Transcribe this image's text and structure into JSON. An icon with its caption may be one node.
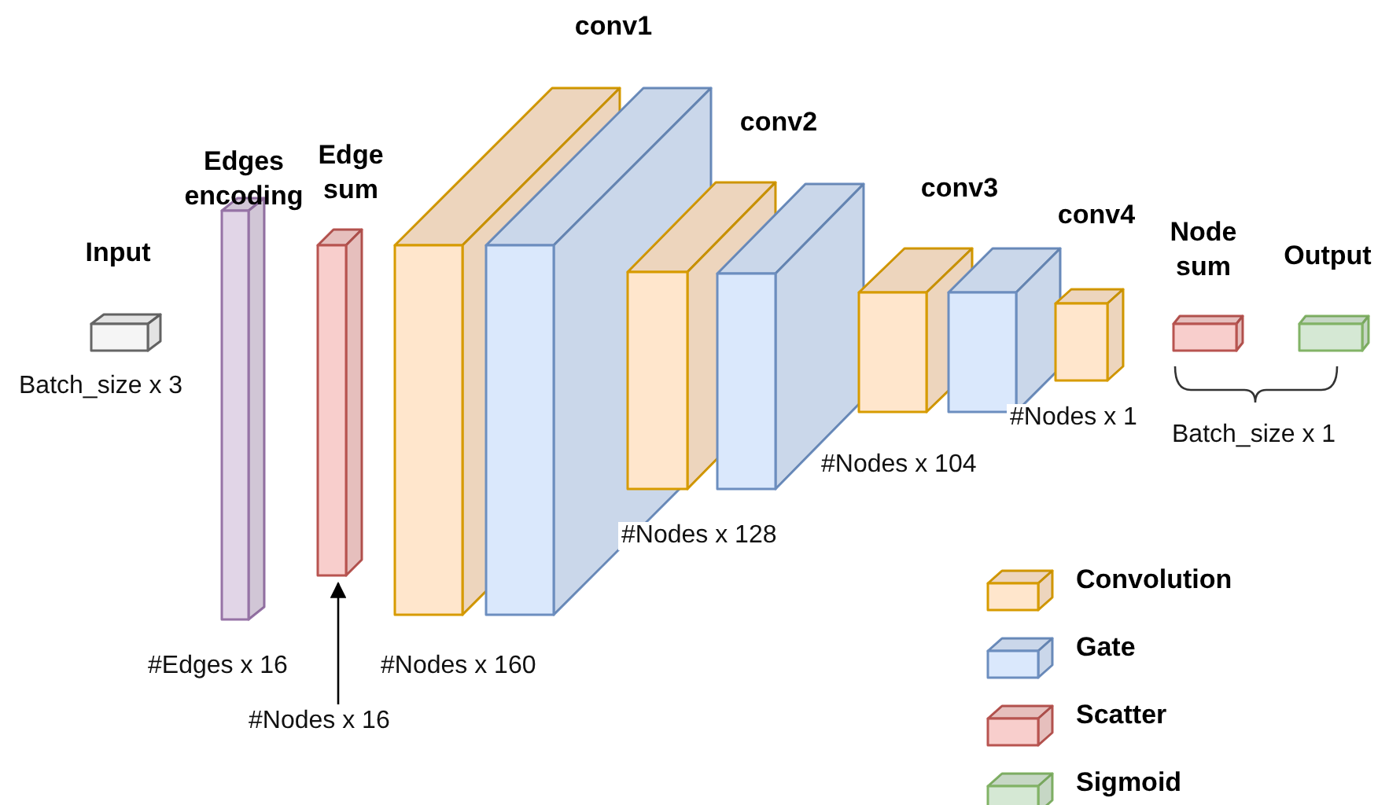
{
  "diagram": {
    "nodes": [
      {
        "text": [
          "Input"
        ],
        "beside": [
          "Batch_size x 3"
        ]
      },
      {
        "text": [
          "Edges encoding"
        ],
        "beside": [
          "#Edges x 16"
        ]
      },
      {
        "text": [
          "Edge sum"
        ]
      },
      {
        "text": [
          "conv1"
        ],
        "beside": [
          "#Nodes x 160"
        ]
      },
      {
        "text": [],
        "shape": "box",
        "beside": [
          "#Nodes x 128"
        ]
      },
      {
        "text": [
          "conv2"
        ]
      },
      {
        "text": [],
        "shape": "box",
        "beside": [
          "#Nodes x 104"
        ]
      },
      {
        "text": [
          "conv3"
        ]
      },
      {
        "text": [],
        "shape": "box",
        "beside": [
          "#Nodes x 1"
        ]
      },
      {
        "text": [
          "conv4"
        ]
      },
      {
        "text": [
          "Node sum"
        ]
      },
      {
        "text": [
          "Output"
        ]
      },
      {
        "text": [
          "#Nodes x 16"
        ]
      }
    ],
    "edges": [
      {
        "from": 12,
        "to": 2,
        "arrow": "to"
      }
    ],
    "labels": [
      "Batch_size x 1"
    ],
    "legend": [
      {
        "text": "Convolution",
        "color": "#ffe6cc"
      },
      {
        "text": "Gate",
        "color": "#dae8fc"
      },
      {
        "text": "Scatter",
        "color": "#f8cecc"
      },
      {
        "text": "Sigmoid",
        "color": "#d5e8d4"
      }
    ]
  }
}
